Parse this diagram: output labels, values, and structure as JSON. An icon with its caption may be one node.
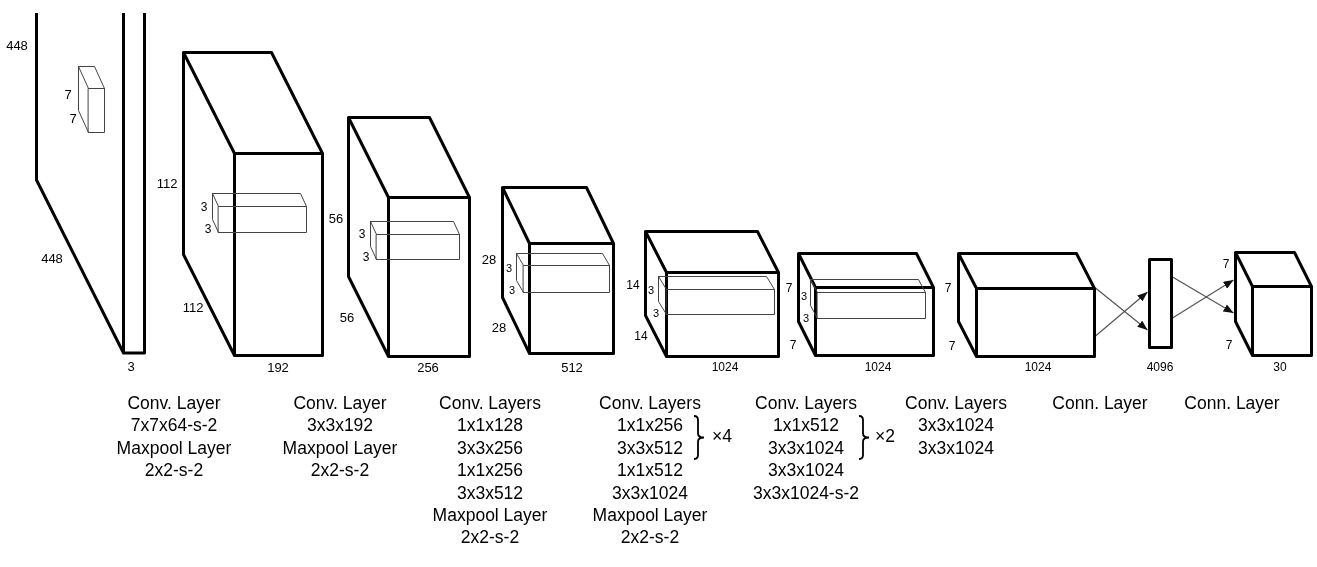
{
  "diagram": {
    "nodes": [
      {
        "text": [],
        "shape": "box",
        "beside": [
          "448",
          "448",
          "3"
        ]
      },
      {
        "text": [],
        "shape": "box",
        "in": 0,
        "beside": [
          "7",
          "7"
        ]
      },
      {
        "text": [],
        "shape": "box",
        "beside": [
          "112",
          "112",
          "192"
        ]
      },
      {
        "text": [],
        "shape": "box",
        "in": 2,
        "beside": [
          "3",
          "3"
        ]
      },
      {
        "text": [],
        "shape": "box",
        "beside": [
          "56",
          "56",
          "256"
        ]
      },
      {
        "text": [],
        "shape": "box",
        "in": 4,
        "beside": [
          "3",
          "3"
        ]
      },
      {
        "text": [],
        "shape": "box",
        "beside": [
          "28",
          "28",
          "512"
        ]
      },
      {
        "text": [],
        "shape": "box",
        "in": 6,
        "beside": [
          "3",
          "3"
        ]
      },
      {
        "text": [],
        "shape": "box",
        "beside": [
          "14",
          "14",
          "1024"
        ]
      },
      {
        "text": [],
        "shape": "box",
        "in": 8,
        "beside": [
          "3",
          "3"
        ]
      },
      {
        "text": [],
        "shape": "box",
        "beside": [
          "7",
          "7",
          "1024"
        ]
      },
      {
        "text": [],
        "shape": "box",
        "in": 10,
        "beside": [
          "3",
          "3"
        ]
      },
      {
        "text": [],
        "shape": "box",
        "beside": [
          "7",
          "7",
          "1024"
        ]
      },
      {
        "text": [],
        "shape": "bar",
        "beside": [
          "4096"
        ]
      },
      {
        "text": [],
        "shape": "box",
        "beside": [
          "7",
          "7",
          "30"
        ]
      }
    ],
    "edges": [
      {
        "from": 12,
        "to": 13,
        "arrow": "to"
      },
      {
        "from": 12,
        "to": 13,
        "arrow": "to"
      },
      {
        "from": 13,
        "to": 14,
        "arrow": "to"
      },
      {
        "from": 13,
        "to": 14,
        "arrow": "to"
      }
    ],
    "labels": [
      "Conv. Layer",
      "7x7x64-s-2",
      "Maxpool Layer",
      "2x2-s-2",
      "Conv. Layer",
      "3x3x192",
      "Maxpool Layer",
      "2x2-s-2",
      "Conv. Layers",
      "1x1x128",
      "3x3x256",
      "1x1x256",
      "3x3x512",
      "Maxpool Layer",
      "2x2-s-2",
      "Conv. Layers",
      "1x1x256",
      "3x3x512",
      "×4",
      "1x1x512",
      "3x3x1024",
      "Maxpool Layer",
      "2x2-s-2",
      "Conv. Layers",
      "1x1x512",
      "3x3x1024",
      "×2",
      "3x3x1024",
      "3x3x1024-s-2",
      "Conv. Layers",
      "3x3x1024",
      "3x3x1024",
      "Conn. Layer",
      "Conn. Layer"
    ]
  }
}
